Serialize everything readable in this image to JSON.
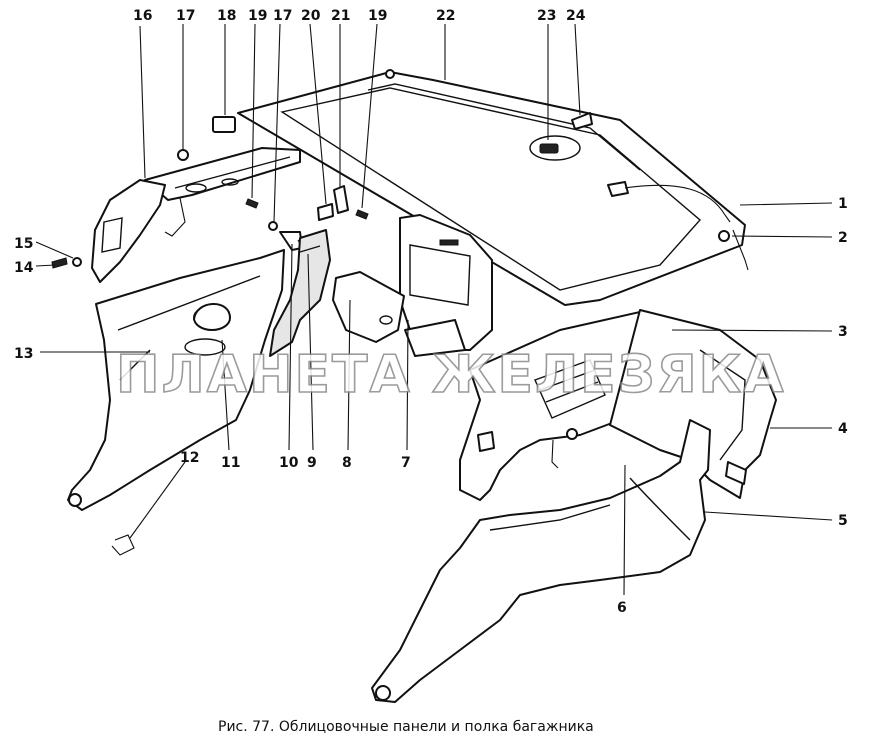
{
  "figure": {
    "caption": "Рис. 77. Облицовочные панели и полка багажника",
    "watermark": "ПЛАНЕТА ЖЕЛЕЗЯКА"
  },
  "callouts": [
    "1",
    "2",
    "3",
    "4",
    "5",
    "6",
    "7",
    "8",
    "9",
    "10",
    "11",
    "12",
    "13",
    "14",
    "15",
    "16",
    "17",
    "17",
    "18",
    "19",
    "19",
    "20",
    "21",
    "22",
    "23",
    "24"
  ],
  "colors": {
    "line": "#111111",
    "background": "#ffffff",
    "fill": "#e6e6e6",
    "watermark_stroke": "#8a8a8a"
  }
}
